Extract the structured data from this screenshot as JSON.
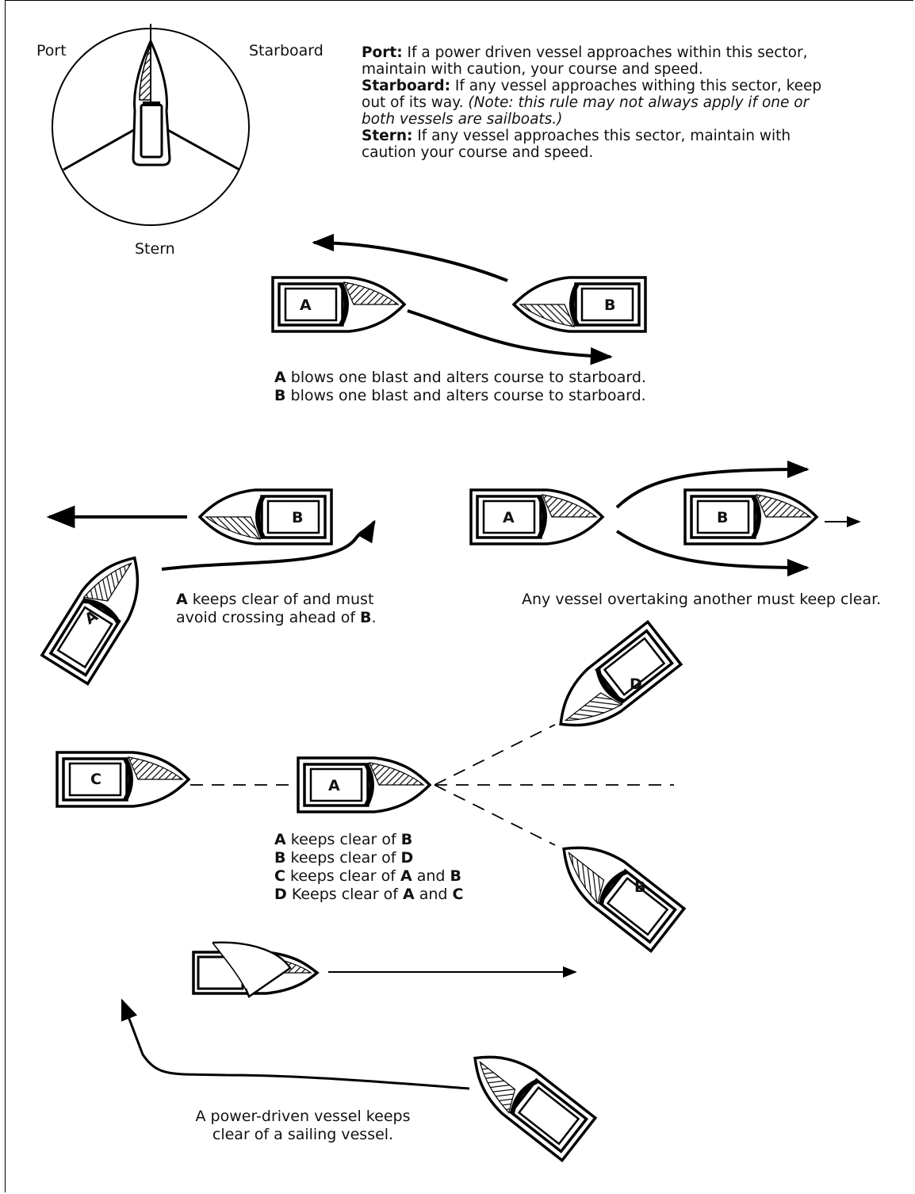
{
  "compass": {
    "port": "Port",
    "starboard": "Starboard",
    "stern": "Stern"
  },
  "rules": {
    "port_label": "Port:",
    "port_text1": "If a power driven vessel approaches within this sector,",
    "port_text2": "maintain with caution, your course and speed.",
    "starboard_label": "Starboard:",
    "starboard_text1": "If any vessel approaches withing this sector, keep",
    "starboard_text2": "out of its way.",
    "starboard_note1": "(Note: this rule may not always apply if one or",
    "starboard_note2": "both vessels are sailboats.)",
    "stern_label": "Stern:",
    "stern_text1": "If any vessel approaches this sector, maintain with",
    "stern_text2": "caution your course and speed."
  },
  "boat_letters": {
    "a": "A",
    "b": "B",
    "c": "C",
    "d": "D"
  },
  "captions": {
    "headon_a_key": "A",
    "headon_a_text": " blows one blast and alters course to starboard.",
    "headon_b_key": "B",
    "headon_b_text": " blows one blast and alters course to starboard.",
    "crossing_a_key": "A",
    "crossing_line1": " keeps clear of and must",
    "crossing_line2": "avoid crossing ahead of ",
    "crossing_b_key": "B",
    "crossing_end": ".",
    "overtaking": "Any vessel overtaking another must keep clear.",
    "multi": [
      {
        "k1": "A",
        "t1": " keeps clear of ",
        "k2": "B",
        "t2": "",
        "k3": ""
      },
      {
        "k1": "B",
        "t1": " keeps clear of ",
        "k2": "D",
        "t2": "",
        "k3": ""
      },
      {
        "k1": "C",
        "t1": " keeps clear of ",
        "k2": "A",
        "t2": " and ",
        "k3": "B"
      },
      {
        "k1": "D",
        "t1": " Keeps clear of ",
        "k2": "A",
        "t2": " and ",
        "k3": "C"
      }
    ],
    "sailing_line1": "A power-driven vessel keeps",
    "sailing_line2": "clear of a sailing vessel."
  }
}
